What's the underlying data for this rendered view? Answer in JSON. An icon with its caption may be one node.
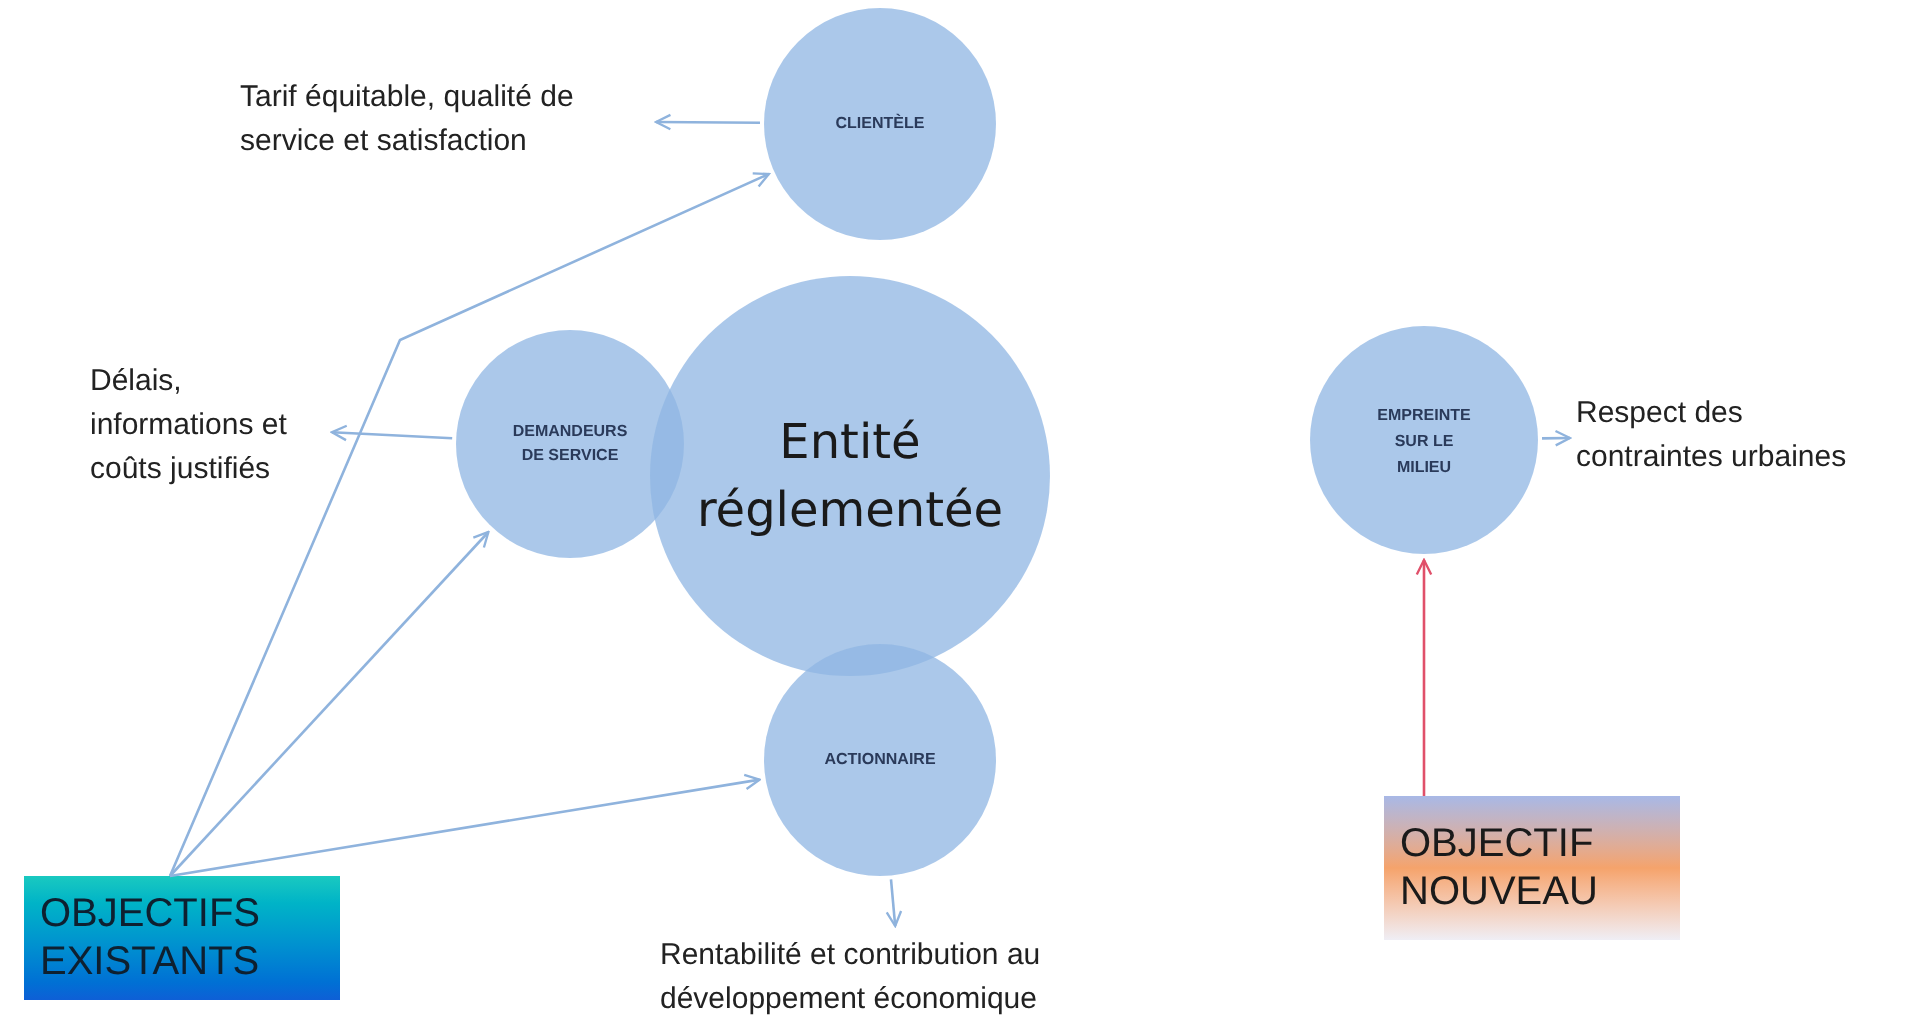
{
  "diagram": {
    "nodes": [
      {
        "text": [
          "Tarif équitable, qualité de service et satisfaction"
        ]
      },
      {
        "text": [
          "CLIENTÈLE"
        ]
      },
      {
        "text": [
          "Délais, informations et coûts justifiés"
        ]
      },
      {
        "text": [
          "DEMANDEURS DE SERVICE"
        ]
      },
      {
        "text": [
          "Entité réglementée"
        ]
      },
      {
        "text": [
          "EMPREINTE SUR LE MILIEU"
        ]
      },
      {
        "text": [
          "Respect des contraintes urbaines"
        ]
      },
      {
        "text": [
          "ACTIONNAIRE"
        ]
      },
      {
        "text": [
          "Rentabilité et contribution au développement économique"
        ]
      },
      {
        "text": [
          "OBJECTIFS EXISTANTS"
        ]
      },
      {
        "text": [
          "OBJECTIF NOUVEAU"
        ]
      }
    ],
    "edges": [
      {
        "from": 1,
        "to": 0,
        "arrow": "to"
      },
      {
        "from": 3,
        "to": 2,
        "arrow": "to"
      },
      {
        "from": 7,
        "to": 8,
        "arrow": "to"
      },
      {
        "from": 5,
        "to": 6,
        "arrow": "to"
      },
      {
        "from": 10,
        "to": 5,
        "arrow": "to",
        "color": "#e0506a"
      },
      {
        "from": 9,
        "to": 3,
        "arrow": "to"
      },
      {
        "from": 9,
        "to": 1,
        "arrow": "to"
      },
      {
        "from": 9,
        "to": 7,
        "arrow": "to"
      }
    ]
  }
}
